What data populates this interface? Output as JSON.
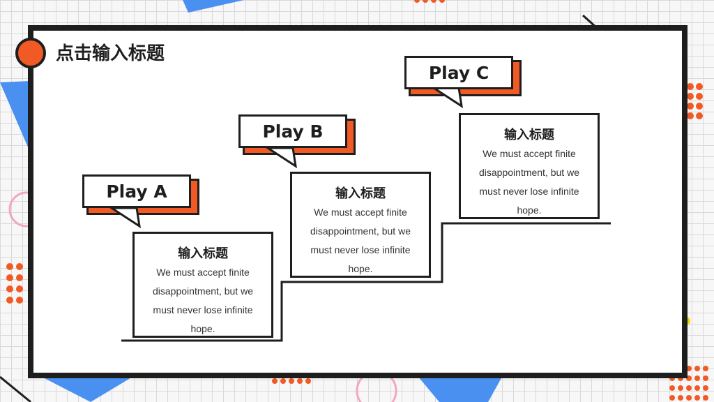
{
  "slide": {
    "title": "点击输入标题"
  },
  "steps": [
    {
      "label": "Play A",
      "card_title": "输入标题",
      "card_text": "We must accept finite disappointment, but we must never lose infinite hope."
    },
    {
      "label": "Play B",
      "card_title": "输入标题",
      "card_text": "We must accept finite disappointment, but we must never lose infinite hope."
    },
    {
      "label": "Play C",
      "card_title": "输入标题",
      "card_text": "We must accept finite disappointment, but we must never lose infinite hope."
    }
  ],
  "colors": {
    "accent": "#f15a24",
    "outline": "#1e1e1e",
    "blue": "#4a90f0",
    "pink": "#f2a6c2"
  }
}
